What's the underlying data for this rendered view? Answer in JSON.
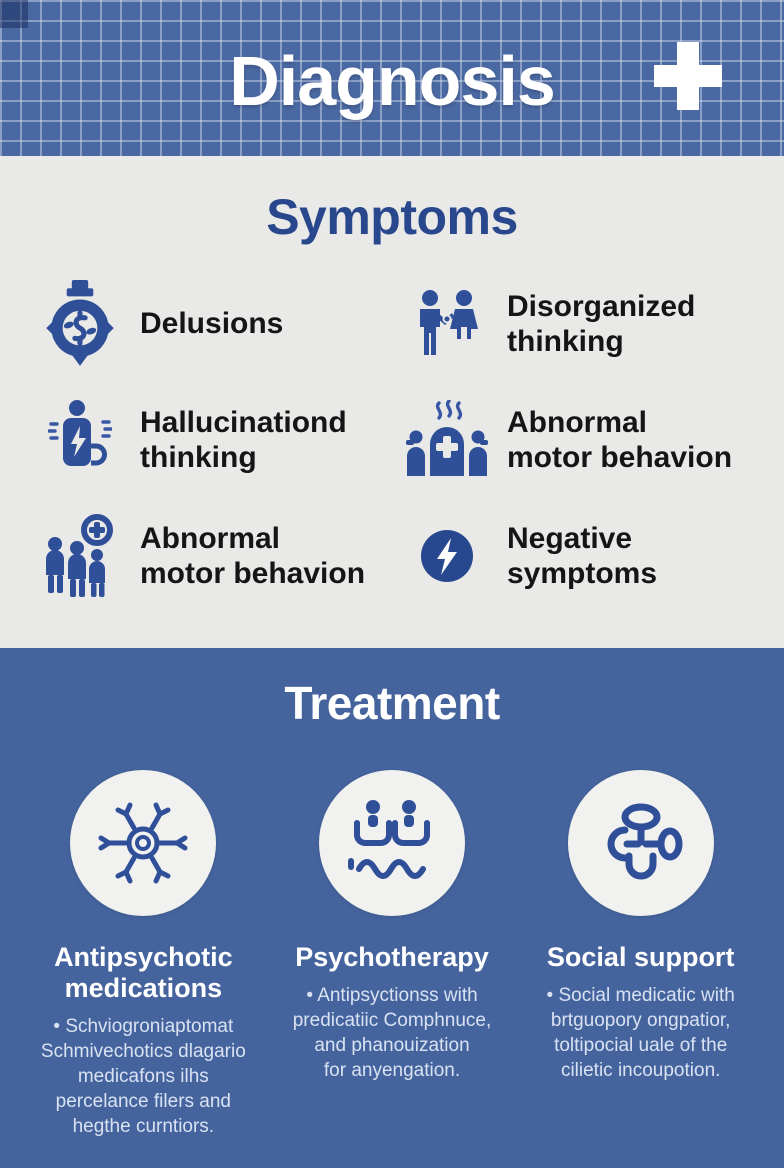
{
  "header": {
    "title": "Diagnosis",
    "cross_icon": "medical-cross-icon"
  },
  "symptoms": {
    "title": "Symptoms",
    "items": [
      {
        "icon": "stopwatch-icon",
        "label": "Delusions"
      },
      {
        "icon": "people-holding-hands-icon",
        "label": "Disorganized\nthinking"
      },
      {
        "icon": "person-bolt-mug-icon",
        "label": "Hallucinationd\nthinking"
      },
      {
        "icon": "group-steam-cross-icon",
        "label": "Abnormal\nmotor behavion"
      },
      {
        "icon": "group-plus-icon",
        "label": "Abnormal\nmotor behavion"
      },
      {
        "icon": "bolt-circle-icon",
        "label": "Negative\nsymptoms"
      }
    ]
  },
  "treatment": {
    "title": "Treatment",
    "columns": [
      {
        "icon": "neuron-icon",
        "heading": "Antipsychotic\nmedications",
        "body": "• Schviogroniaptomat\nSchmivechotics dlagario\nmedicafons ilhs\npercelance filers and\nhegthe curntiors."
      },
      {
        "icon": "therapy-figures-icon",
        "heading": "Psychotherapy",
        "body": "• Antipsyctionss with\npredicatiic Comphnuce,\nand phanouization\nfor anyengation."
      },
      {
        "icon": "social-network-icon",
        "heading": "Social support",
        "body": "• Social medicatic with\nbrtguopory ongpatior,\ntoltipocial uale of the\ncilietic incoupotion."
      }
    ]
  },
  "colors": {
    "header_blue": "#4a68a2",
    "treatment_blue": "#45649e",
    "symptoms_bg": "#e9e9e7",
    "title_blue": "#28478c",
    "icon_blue": "#2f4f99",
    "body_text": "#d9e2f2"
  }
}
